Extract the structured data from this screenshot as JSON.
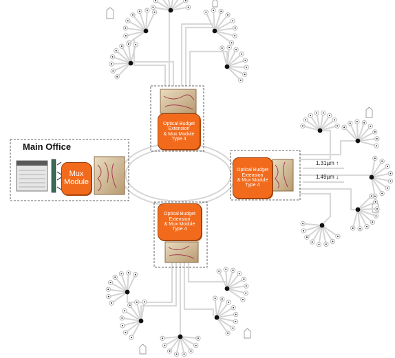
{
  "main_office": {
    "title": "Main Office"
  },
  "mux_module": {
    "lines": [
      "Mux",
      "Module"
    ]
  },
  "obe_nodes": {
    "top": {
      "lines": [
        "Optical Budget",
        "Extension",
        "& Mux Module",
        "Type 4"
      ]
    },
    "right": {
      "lines": [
        "Optical Budget",
        "Extension",
        "& Mux Module",
        "Type 4"
      ]
    },
    "bottom": {
      "lines": [
        "Optical Budget",
        "Extension",
        "& Mux Module",
        "Type 4"
      ]
    }
  },
  "wavelengths": {
    "upstream": "1.31µm ↑",
    "downstream": "1.49µm ↓"
  },
  "colors": {
    "module": "#f26b1d",
    "fiber": "#d6d6d6",
    "node": "#111111"
  },
  "icons": [
    "house-icon",
    "olt-rack-icon",
    "patch-panel-icon",
    "equipment-photo-icon"
  ]
}
